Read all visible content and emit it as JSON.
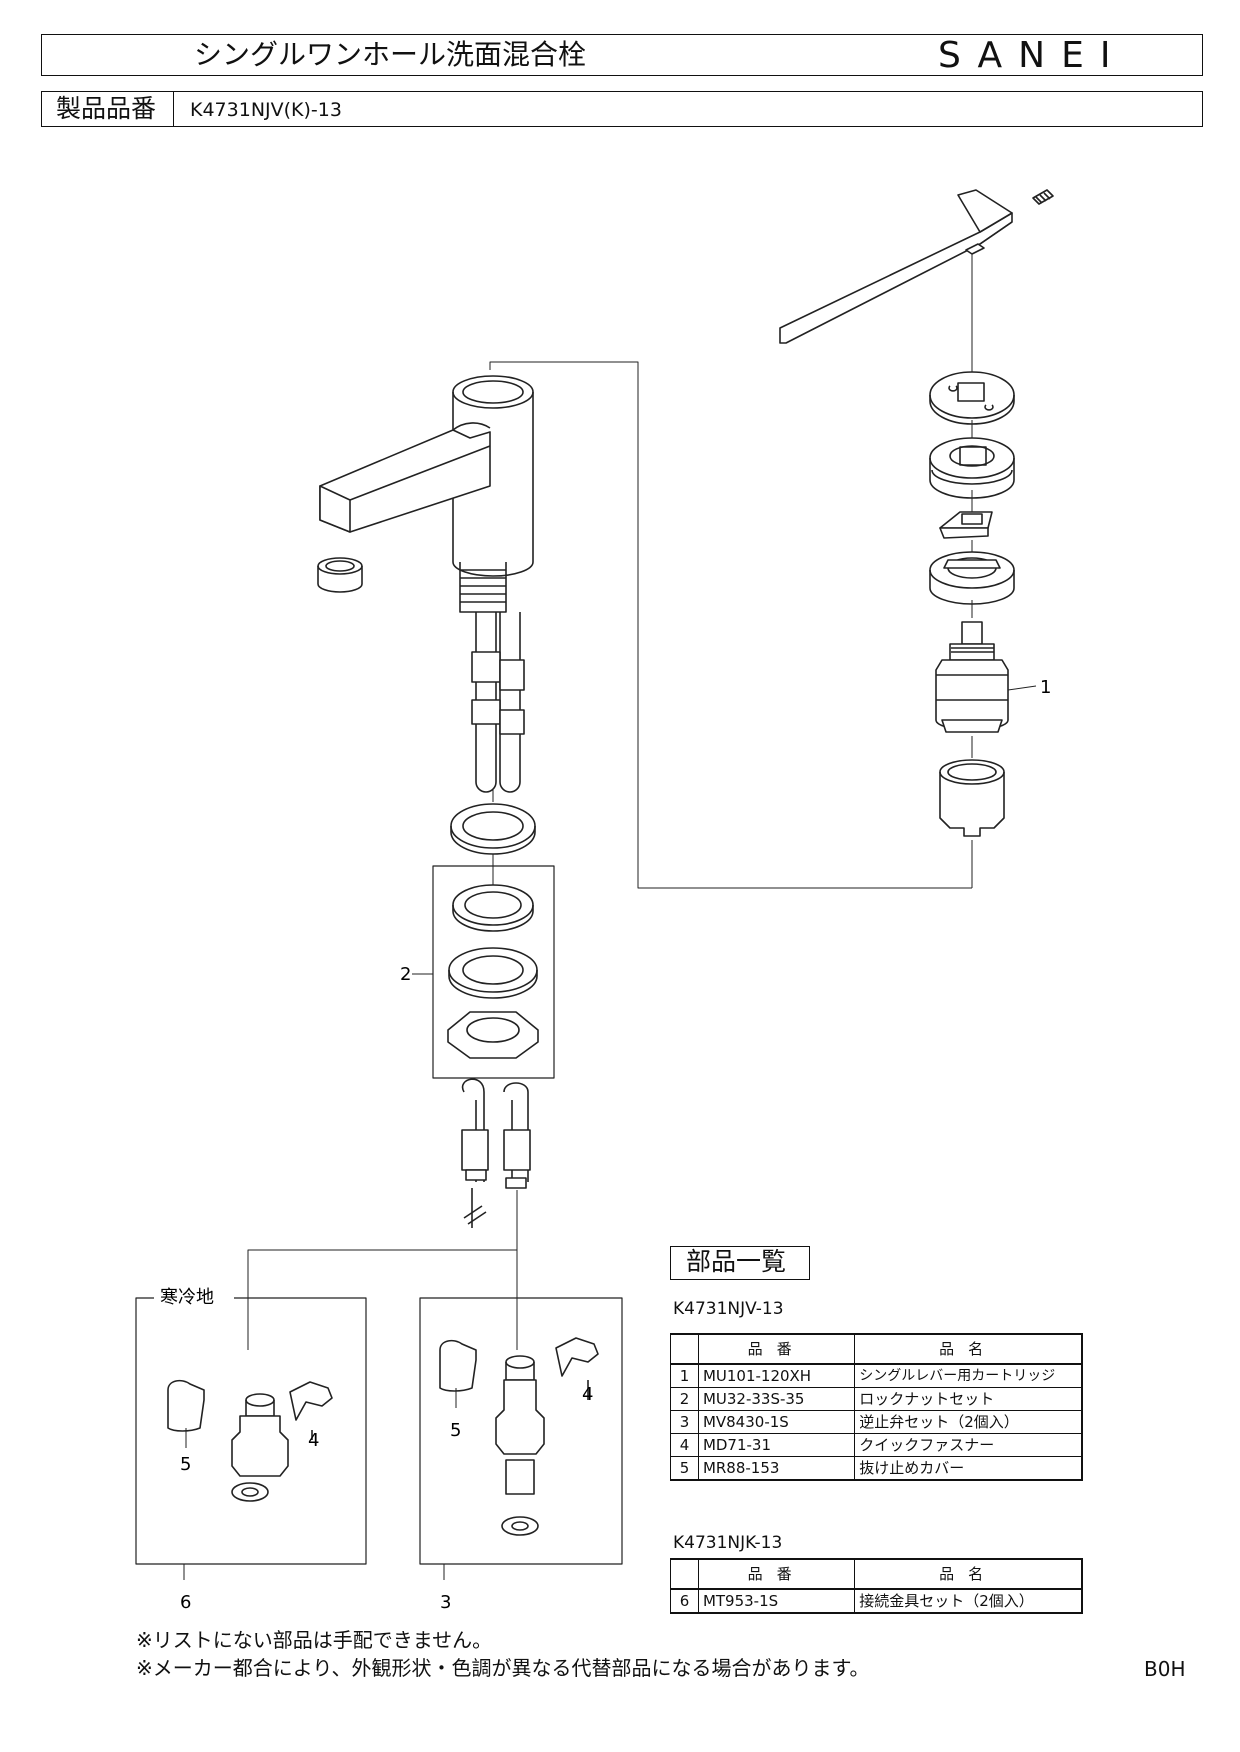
{
  "header": {
    "title": "シングルワンホール洗面混合栓",
    "brand": "SANEI",
    "part_number_label": "製品品番",
    "part_number_value": "K4731NJV(K)-13"
  },
  "diagram": {
    "callouts": [
      "1",
      "2",
      "3",
      "4",
      "5",
      "4",
      "5",
      "6"
    ],
    "cold_region_label": "寒冷地"
  },
  "parts_list": {
    "title": "部品一覧",
    "models": [
      {
        "model": "K4731NJV-13",
        "header": {
          "code": "品番",
          "name": "品名"
        },
        "rows": [
          {
            "no": "1",
            "code": "MU101-120XH",
            "name": "シングルレバー用カートリッジ"
          },
          {
            "no": "2",
            "code": "MU32-33S-35",
            "name": "ロックナットセット"
          },
          {
            "no": "3",
            "code": "MV8430-1S",
            "name": "逆止弁セット（2個入）"
          },
          {
            "no": "4",
            "code": "MD71-31",
            "name": "クイックファスナー"
          },
          {
            "no": "5",
            "code": "MR88-153",
            "name": "抜け止めカバー"
          }
        ]
      },
      {
        "model": "K4731NJK-13",
        "header": {
          "code": "品番",
          "name": "品名"
        },
        "rows": [
          {
            "no": "6",
            "code": "MT953-1S",
            "name": "接続金具セット（2個入）"
          }
        ]
      }
    ]
  },
  "notes": [
    "※リストにない部品は手配できません。",
    "※メーカー都合により、外観形状・色調が異なる代替部品になる場合があります。"
  ],
  "doc_code": "B0H"
}
